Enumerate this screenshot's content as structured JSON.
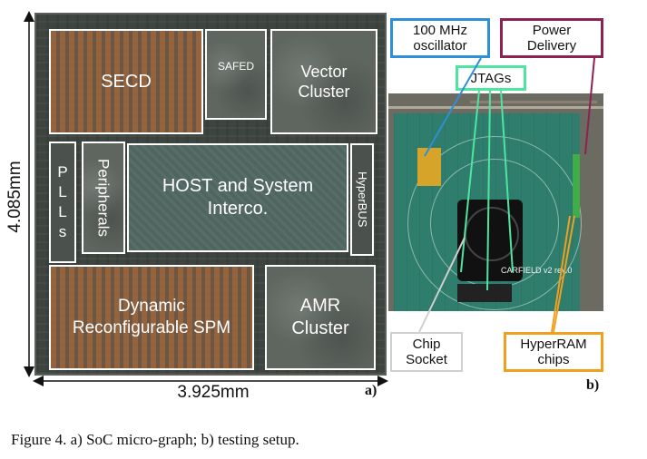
{
  "die": {
    "blocks": {
      "secd": "SECD",
      "safed": "SAFED",
      "vector_cluster": [
        "Vector",
        "Cluster"
      ],
      "plls": [
        "P",
        "L",
        "L",
        "s"
      ],
      "peripherals": "Peripherals",
      "host": [
        "HOST and System",
        "Interco."
      ],
      "hyperbus": "HyperBUS",
      "spm": [
        "Dynamic",
        "Reconfigurable SPM"
      ],
      "amr_cluster": [
        "AMR",
        "Cluster"
      ]
    },
    "height_label": "4.085mm",
    "width_label": "3.925mm"
  },
  "setup": {
    "labels": {
      "oscillator": [
        "100 MHz",
        "oscillator"
      ],
      "power": [
        "Power",
        "Delivery"
      ],
      "jtags": "JTAGs",
      "chip_socket": [
        "Chip",
        "Socket"
      ],
      "hyperram": [
        "HyperRAM",
        "chips"
      ]
    },
    "board_text": "CARFIELD v2 rev.0"
  },
  "panel_labels": {
    "a": "a)",
    "b": "b)"
  },
  "colors": {
    "oscillator": "#2f8fd6",
    "power": "#8b2252",
    "jtags": "#4ee5a0",
    "chip_socket": "#cfcfcf",
    "hyperram": "#f0a020"
  },
  "caption": "Figure 4.   a) SoC micro-graph; b) testing setup."
}
